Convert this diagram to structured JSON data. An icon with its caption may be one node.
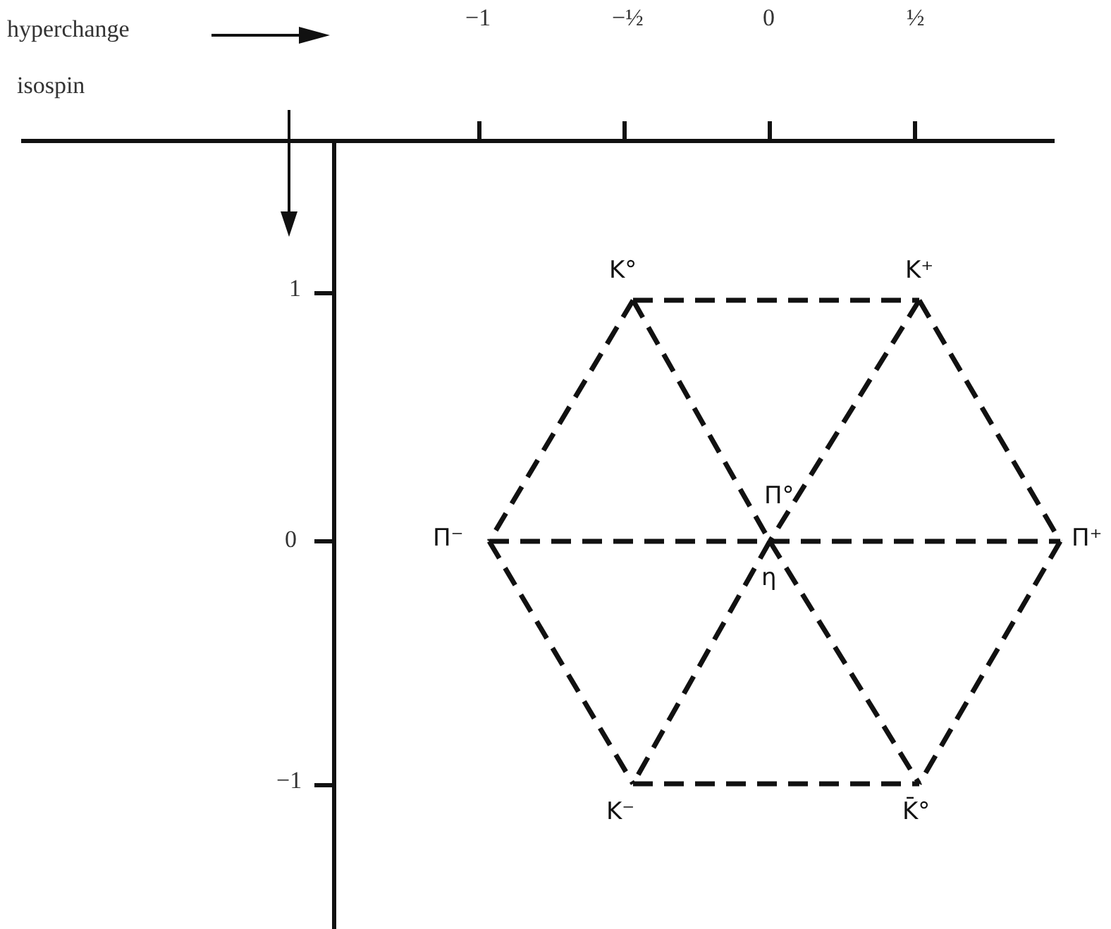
{
  "diagram": {
    "nodes": [
      {
        "text": [
          "K°"
        ]
      },
      {
        "text": [
          "K⁺"
        ]
      },
      {
        "text": [
          "Π⁻"
        ]
      },
      {
        "text": [
          "Π°",
          "η"
        ]
      },
      {
        "text": [
          "Π⁺"
        ]
      },
      {
        "text": [
          "K⁻"
        ]
      },
      {
        "text": [
          "K̄°"
        ]
      }
    ],
    "edges": [
      {
        "from": 0,
        "to": 1,
        "arrow": "none",
        "style": "dashed"
      },
      {
        "from": 0,
        "to": 2,
        "arrow": "none",
        "style": "dashed"
      },
      {
        "from": 0,
        "to": 3,
        "arrow": "none",
        "style": "dashed"
      },
      {
        "from": 1,
        "to": 3,
        "arrow": "none",
        "style": "dashed"
      },
      {
        "from": 1,
        "to": 4,
        "arrow": "none",
        "style": "dashed"
      },
      {
        "from": 2,
        "to": 3,
        "arrow": "none",
        "style": "dashed"
      },
      {
        "from": 3,
        "to": 4,
        "arrow": "none",
        "style": "dashed"
      },
      {
        "from": 2,
        "to": 5,
        "arrow": "none",
        "style": "dashed"
      },
      {
        "from": 3,
        "to": 5,
        "arrow": "none",
        "style": "dashed"
      },
      {
        "from": 3,
        "to": 6,
        "arrow": "none",
        "style": "dashed"
      },
      {
        "from": 4,
        "to": 6,
        "arrow": "none",
        "style": "dashed"
      },
      {
        "from": 5,
        "to": 6,
        "arrow": "none",
        "style": "dashed"
      }
    ],
    "labels": [
      "hyperchange",
      "−1",
      "−½",
      "0",
      "½",
      "isospin",
      "1",
      "0",
      "−1"
    ]
  }
}
